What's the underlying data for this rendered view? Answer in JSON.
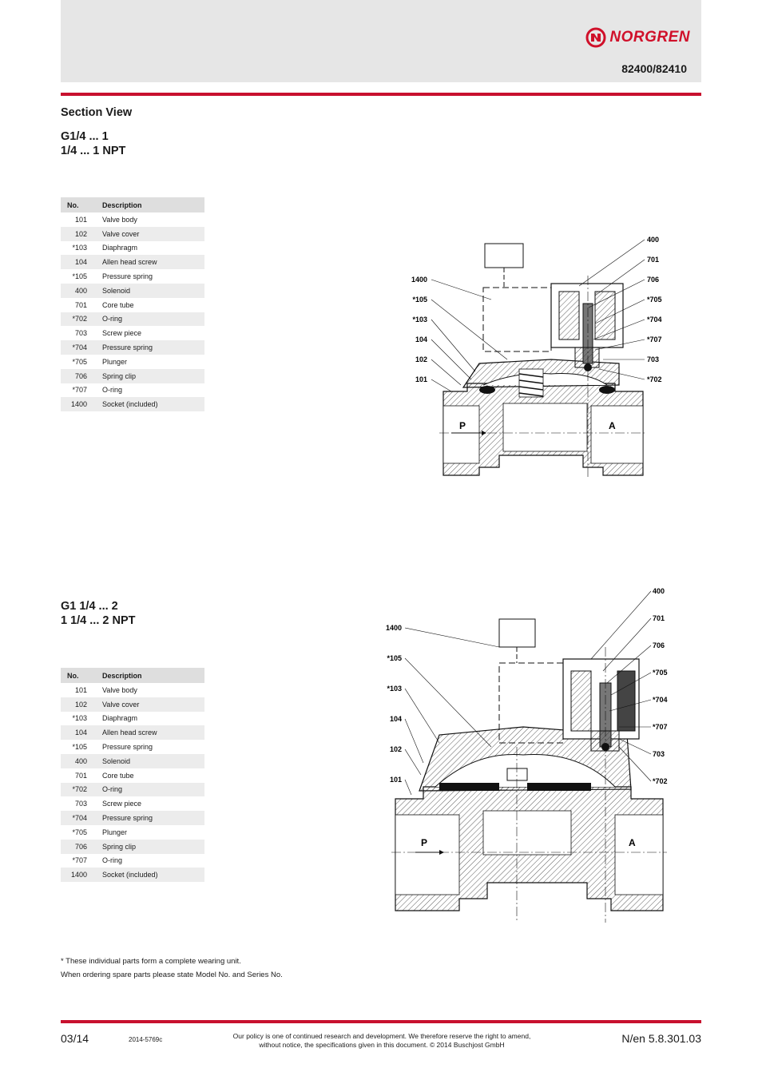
{
  "header": {
    "brand": "NORGREN",
    "model": "82400/82410"
  },
  "section": {
    "title": "Section View",
    "size1_line1": "G1/4 ... 1",
    "size1_line2": "1/4 ... 1 NPT",
    "size2_line1": "G1 1/4 ... 2",
    "size2_line2": "1 1/4 ... 2 NPT"
  },
  "table": {
    "col_no": "No.",
    "col_desc": "Description",
    "rows": [
      {
        "no": "101",
        "desc": "Valve body"
      },
      {
        "no": "102",
        "desc": "Valve cover"
      },
      {
        "no": "*103",
        "desc": "Diaphragm"
      },
      {
        "no": "104",
        "desc": "Allen head screw"
      },
      {
        "no": "*105",
        "desc": "Pressure spring"
      },
      {
        "no": "400",
        "desc": "Solenoid"
      },
      {
        "no": "701",
        "desc": "Core tube"
      },
      {
        "no": "*702",
        "desc": "O-ring"
      },
      {
        "no": "703",
        "desc": "Screw piece"
      },
      {
        "no": "*704",
        "desc": "Pressure spring"
      },
      {
        "no": "*705",
        "desc": "Plunger"
      },
      {
        "no": "706",
        "desc": "Spring clip"
      },
      {
        "no": "*707",
        "desc": "O-ring"
      },
      {
        "no": "1400",
        "desc": "Socket (included)"
      }
    ]
  },
  "diagram1": {
    "left_labels": [
      "1400",
      "*105",
      "*103",
      "104",
      "102",
      "101"
    ],
    "right_labels": [
      "400",
      "701",
      "706",
      "*705",
      "*704",
      "*707",
      "703",
      "*702"
    ],
    "port_p": "P",
    "port_a": "A"
  },
  "diagram2": {
    "left_labels": [
      "1400",
      "*105",
      "*103",
      "104",
      "102",
      "101"
    ],
    "right_labels": [
      "400",
      "701",
      "706",
      "*705",
      "*704",
      "*707",
      "703",
      "*702"
    ],
    "port_p": "P",
    "port_a": "A"
  },
  "notes": {
    "line1": "* These individual parts form a complete wearing unit.",
    "line2": "When ordering spare parts please state Model No. and Series No."
  },
  "footer": {
    "date": "03/14",
    "code": "2014-5769c",
    "policy_line1": "Our policy is one of continued research and development. We therefore reserve the right to amend,",
    "policy_line2": "without notice, the specifications given in this document. © 2014 Buschjost GmbH",
    "ref": "N/en 5.8.301.03"
  },
  "colors": {
    "accent": "#c8102e",
    "header_bg": "#e6e6e6",
    "row_alt": "#ececec"
  }
}
